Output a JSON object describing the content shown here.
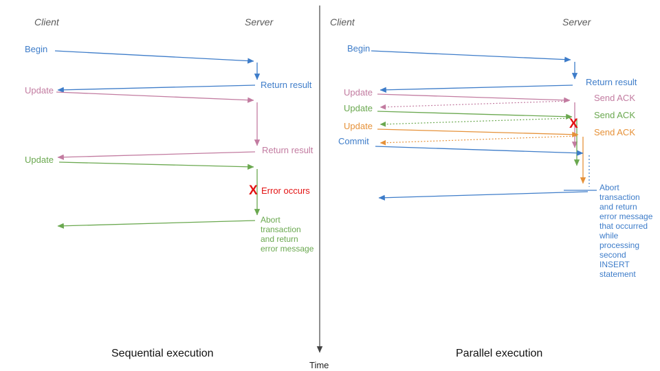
{
  "colors": {
    "blue": "#3d7cc9",
    "pink": "#c27ba0",
    "green": "#6aa84f",
    "orange": "#e69138",
    "red": "#e31212",
    "header_gray": "#5a5a5a",
    "timeline_gray": "#444444"
  },
  "timeline": {
    "label": "Time"
  },
  "left_panel": {
    "caption": "Sequential execution",
    "client_label": "Client",
    "server_label": "Server",
    "begin": "Begin",
    "return_result_1": "Return result",
    "update_1": "Update",
    "return_result_2": "Return result",
    "update_2": "Update",
    "error_marker": "X",
    "error_label": "Error occurs",
    "abort_text": "Abort\ntransaction\nand return\nerror message"
  },
  "right_panel": {
    "caption": "Parallel execution",
    "client_label": "Client",
    "server_label": "Server",
    "begin": "Begin",
    "return_result": "Return result",
    "update_1": "Update",
    "send_ack_1": "Send ACK",
    "update_2": "Update",
    "send_ack_2": "Send ACK",
    "update_3": "Update",
    "send_ack_3": "Send ACK",
    "commit": "Commit",
    "error_marker": "X",
    "abort_text": "Abort\ntransaction\nand return\nerror message\nthat occurred\nwhile\nprocessing\nsecond\nINSERT\nstatement"
  }
}
